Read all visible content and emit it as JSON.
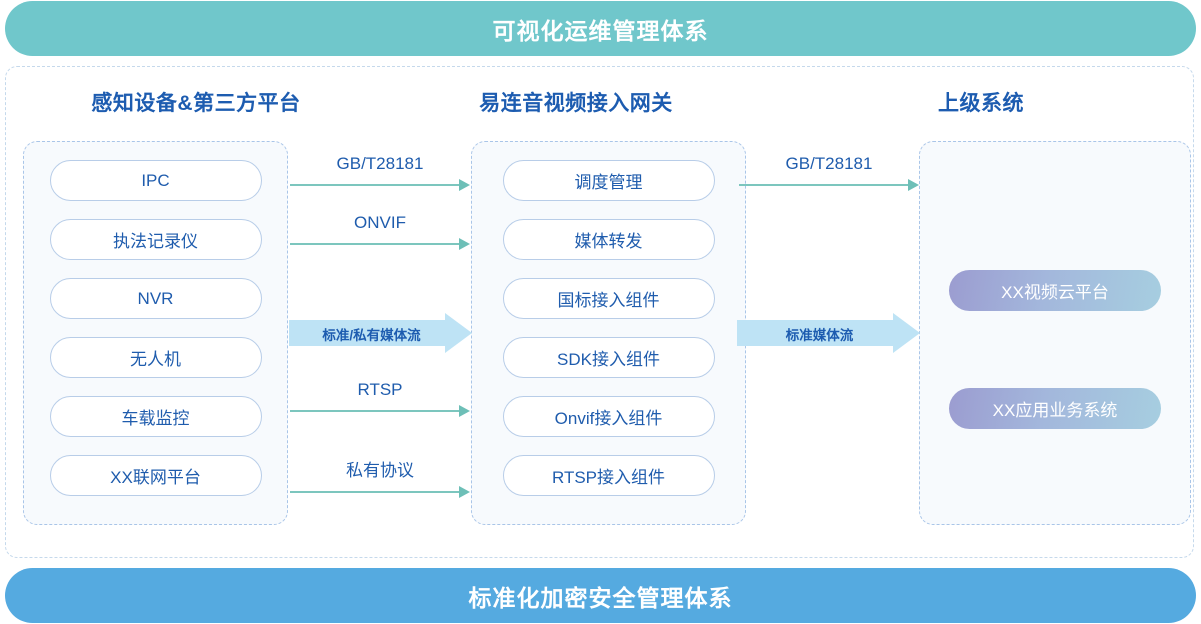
{
  "banners": {
    "top": {
      "label": "可视化运维管理体系",
      "color": "#70C7CB"
    },
    "bottom": {
      "label": "标准化加密安全管理体系",
      "color": "#55AAE0"
    }
  },
  "columns": {
    "left": {
      "title": "感知设备&第三方平台",
      "items": [
        {
          "label": "IPC"
        },
        {
          "label": "执法记录仪"
        },
        {
          "label": "NVR"
        },
        {
          "label": "无人机"
        },
        {
          "label": "车载监控"
        },
        {
          "label": "XX联网平台"
        }
      ]
    },
    "middle": {
      "title": "易连音视频接入网关",
      "items": [
        {
          "label": "调度管理"
        },
        {
          "label": "媒体转发"
        },
        {
          "label": "国标接入组件"
        },
        {
          "label": "SDK接入组件"
        },
        {
          "label": "Onvif接入组件"
        },
        {
          "label": "RTSP接入组件"
        }
      ]
    },
    "right": {
      "title": "上级系统",
      "items": [
        {
          "label": "XX视频云平台"
        },
        {
          "label": "XX应用业务系统"
        }
      ]
    }
  },
  "connectors": {
    "left_to_middle": [
      {
        "label": "GB/T28181"
      },
      {
        "label": "ONVIF"
      },
      {
        "label": "RTSP"
      },
      {
        "label": "私有协议"
      }
    ],
    "middle_to_right": [
      {
        "label": "GB/T28181"
      }
    ],
    "block_arrows": [
      {
        "label": "标准/私有媒体流"
      },
      {
        "label": "标准媒体流"
      }
    ]
  },
  "theme": {
    "accent_teal": "#70C7CB",
    "accent_blue": "#55AAE0",
    "text_blue": "#1D5CB0",
    "arrow_teal": "#7CC6BE",
    "block_arrow_blue": "#BEE3F5",
    "pill_border": "#B8CDE8",
    "panel_bg": "#F7FAFD",
    "dashed_border": "#A9C5E8"
  }
}
